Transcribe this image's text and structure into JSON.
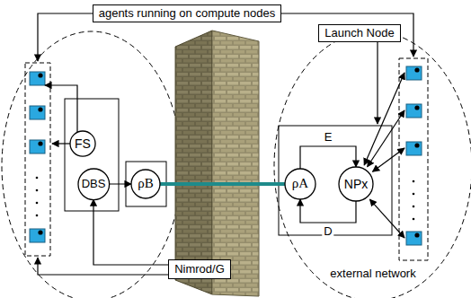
{
  "diagram": {
    "nodes": [
      {
        "text": [
          "agents running on compute nodes"
        ]
      },
      {
        "text": [
          "Launch Node"
        ]
      },
      {
        "text": [
          "FS"
        ]
      },
      {
        "text": [
          "DBS"
        ]
      },
      {
        "text": [
          "ρB"
        ]
      },
      {
        "text": [
          "ρA"
        ]
      },
      {
        "text": [
          "NPx"
        ]
      },
      {
        "text": [
          "Nimrod/G"
        ]
      }
    ],
    "edges": [
      {
        "from": 4,
        "to": 5,
        "arrow": "none"
      },
      {
        "from": 5,
        "to": 6,
        "label": "E",
        "arrow": "to"
      },
      {
        "from": 6,
        "to": 5,
        "label": "D",
        "arrow": "to"
      },
      {
        "from": 3,
        "to": 4,
        "arrow": "to"
      },
      {
        "from": 7,
        "to": 3,
        "arrow": "to"
      }
    ],
    "labels": [
      "external network"
    ]
  }
}
